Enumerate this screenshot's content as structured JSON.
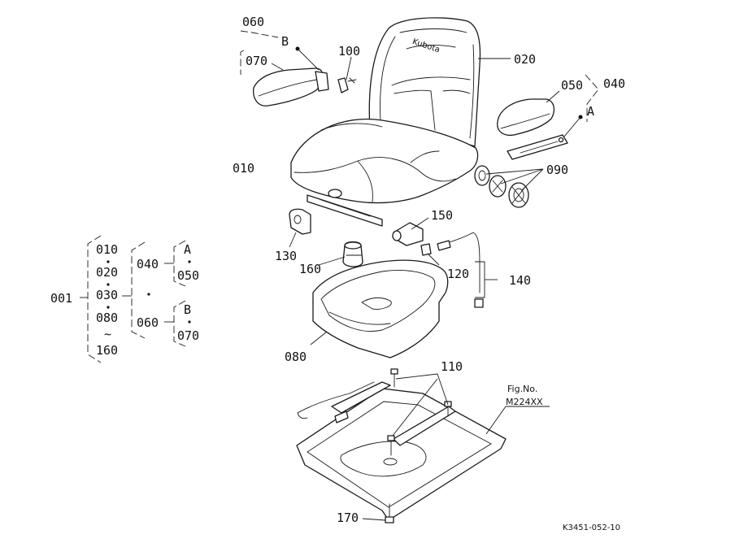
{
  "labels": {
    "p010": "010",
    "p020": "020",
    "p040": "040",
    "p050": "050",
    "p060": "060",
    "p070": "070",
    "p080": "080",
    "p090": "090",
    "p100": "100",
    "p110": "110",
    "p120": "120",
    "p130": "130",
    "p140": "140",
    "p150": "150",
    "p160": "160",
    "p170": "170",
    "refA": "A",
    "refB": "B"
  },
  "tree": {
    "root": "001",
    "col1": [
      "010",
      "020",
      "030",
      "080",
      "160"
    ],
    "tilde": "~",
    "col2": [
      "040",
      "060"
    ],
    "col3a": [
      "A",
      "050"
    ],
    "col3b": [
      "B",
      "070"
    ]
  },
  "figure": {
    "title": "Fig.No.",
    "number": "M224XX"
  },
  "drawing_code": "K3451-052-10",
  "seat_logo": "Kubota"
}
